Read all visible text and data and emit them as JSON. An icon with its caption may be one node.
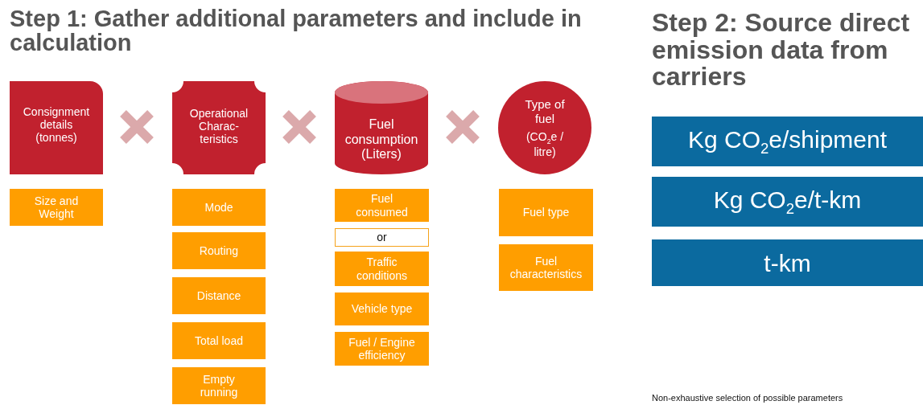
{
  "diagram": {
    "nodes": [
      {
        "text": [
          "Consignment details (tonnes)"
        ]
      },
      {
        "text": [
          "Operational Charac- teristics"
        ]
      },
      {
        "text": [
          "Fuel consumption (Liters)"
        ]
      },
      {
        "text": [
          "Type of fuel",
          "(CO$_{2}$e / litre)"
        ]
      },
      {
        "text": [
          "Size and Weight"
        ]
      },
      {
        "text": [
          "Mode"
        ]
      },
      {
        "text": [
          "Routing"
        ]
      },
      {
        "text": [
          "Distance"
        ]
      },
      {
        "text": [
          "Total load"
        ]
      },
      {
        "text": [
          "Empty running"
        ]
      },
      {
        "text": [
          "Fuel consumed"
        ]
      },
      {
        "text": [
          "or"
        ]
      },
      {
        "text": [
          "Traffic conditions"
        ]
      },
      {
        "text": [
          "Vehicle type"
        ]
      },
      {
        "text": [
          "Fuel / Engine efficiency"
        ]
      },
      {
        "text": [
          "Fuel type"
        ]
      },
      {
        "text": [
          "Fuel characteristics"
        ]
      },
      {
        "text": [
          "Kg CO$_{2}$e/shipment"
        ]
      },
      {
        "text": [
          "Kg CO$_{2}$e/t-km"
        ]
      },
      {
        "text": [
          "t-km"
        ]
      }
    ],
    "labels": [
      "Step 1: Gather additional parameters and include in calculation",
      "Step 2:  Source direct emission data from carriers",
      "Non-exhaustive selection of possible parameters"
    ]
  }
}
